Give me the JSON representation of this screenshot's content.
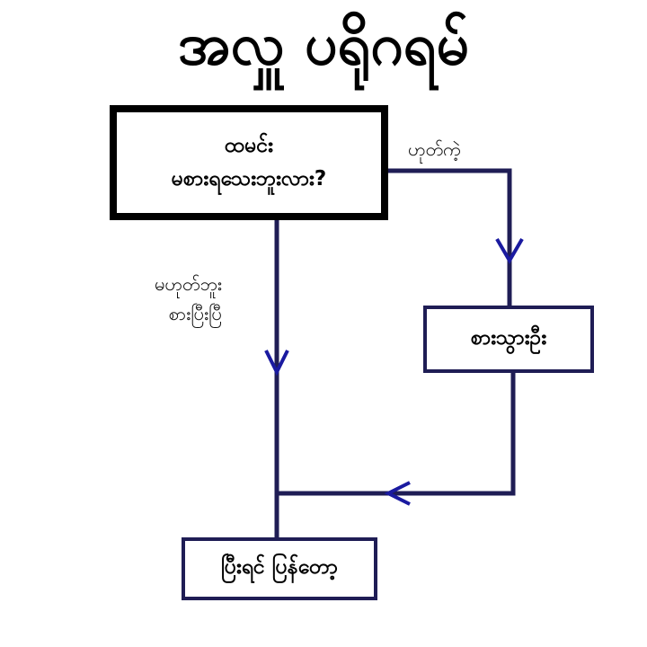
{
  "title": "အလှူ ပရိုဂရမ်",
  "nodes": {
    "question": {
      "line1": "ထမင်း",
      "line2": "မစားရသေးဘူးလား?"
    },
    "eat_more": {
      "label": "စားသွားဦး"
    },
    "come_back": {
      "label": "ပြီးရင် ပြန်တော့"
    }
  },
  "edges": {
    "yes_label": "ဟုတ်ကဲ့",
    "no_label_line1": "မဟုတ်ဘူး",
    "no_label_line2": "စားပြီးပြီ"
  },
  "colors": {
    "line": "#1f1d55",
    "arrowhead": "#1a1aa0",
    "question_border": "#000000"
  }
}
